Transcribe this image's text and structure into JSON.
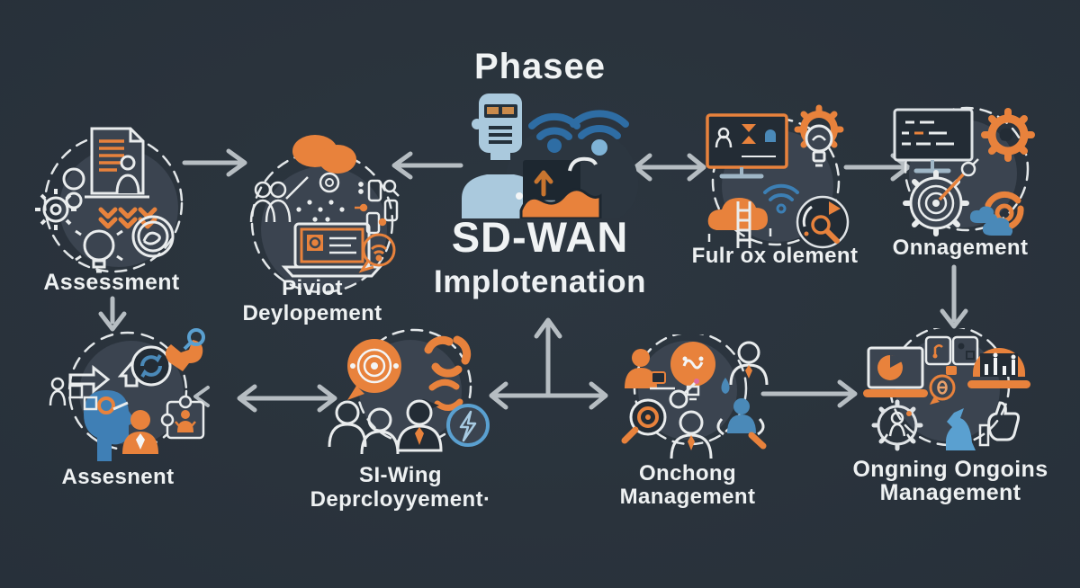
{
  "title": "Phasee",
  "center": {
    "heading": "SD-WAN",
    "subheading": "Implotenation"
  },
  "nodes": {
    "assessment": {
      "lines": [
        "Assessment"
      ],
      "motifs": [
        "document-icon",
        "person-icon",
        "gear-icon",
        "down-chevrons-icon",
        "lightbulb-icon",
        "swirl-badge-icon"
      ]
    },
    "piviot": {
      "lines": [
        "Piviot",
        "Deylopement"
      ],
      "motifs": [
        "brain-icon",
        "team-icon",
        "laptop-icon",
        "devices-icon",
        "speech-bubble-wifi-icon"
      ]
    },
    "fulr": {
      "lines": [
        "Fulr ox olement"
      ],
      "motifs": [
        "monitor-icon",
        "gear-lightbulb-icon",
        "wifi-icon",
        "cloud-ladder-icon",
        "magnifier-badge-icon"
      ]
    },
    "onnagement": {
      "lines": [
        "Onnagement"
      ],
      "motifs": [
        "code-monitor-icon",
        "gear-icon",
        "target-gear-icon",
        "refresh-arrows-icon",
        "clouds-icon"
      ]
    },
    "assesnent": {
      "lines": [
        "Assesnent"
      ],
      "motifs": [
        "head-profile-icon",
        "block-arrow-icon",
        "refresh-badge-icon",
        "wrench-icon",
        "person-icon",
        "puzzle-icon"
      ]
    },
    "siwing": {
      "lines": [
        "SI-Wing",
        "Deprcloyyement·"
      ],
      "motifs": [
        "speech-bubble-target-icon",
        "recycle-arrows-icon",
        "team-icon",
        "lightning-badge-icon"
      ]
    },
    "onchong": {
      "lines": [
        "Onchong",
        "Management"
      ],
      "motifs": [
        "person-icon",
        "lightbulb-icon",
        "magnifier-target-icon",
        "water-drop-icon",
        "team-icon"
      ]
    },
    "ongning": {
      "lines": [
        "Ongning Ongoins",
        "Management"
      ],
      "motifs": [
        "laptop-icon",
        "document-tiles-icon",
        "dome-chart-icon",
        "speech-bubble-icon",
        "gear-person-icon",
        "chess-knight-icon",
        "thumbs-up-icon"
      ]
    }
  },
  "connections": [
    {
      "from": "assessment",
      "to": "piviot",
      "style": "arrow-right"
    },
    {
      "from": "center",
      "to": "piviot",
      "style": "arrow-left"
    },
    {
      "from": "center",
      "to": "fulr",
      "style": "double-arrow"
    },
    {
      "from": "fulr",
      "to": "onnagement",
      "style": "arrow-right"
    },
    {
      "from": "assessment",
      "to": "assesnent",
      "style": "arrow-down"
    },
    {
      "from": "onnagement",
      "to": "ongning",
      "style": "arrow-down"
    },
    {
      "from": "assesnent",
      "to": "siwing",
      "style": "chevron-and-double-arrow"
    },
    {
      "from": "siwing",
      "to": "center",
      "style": "double-arrow-with-up-branch"
    },
    {
      "from": "onchong",
      "to": "ongning",
      "style": "arrow-right"
    }
  ],
  "colors": {
    "background": "#2a333c",
    "text": "#f0f3f4",
    "arrow": "#b6bdc2",
    "accent_orange": "#e8823c",
    "accent_blue": "#2e6da4",
    "accent_light_blue": "#5aa0d0",
    "node_fill": "#3b4450",
    "panel_dark": "#1d2730"
  }
}
